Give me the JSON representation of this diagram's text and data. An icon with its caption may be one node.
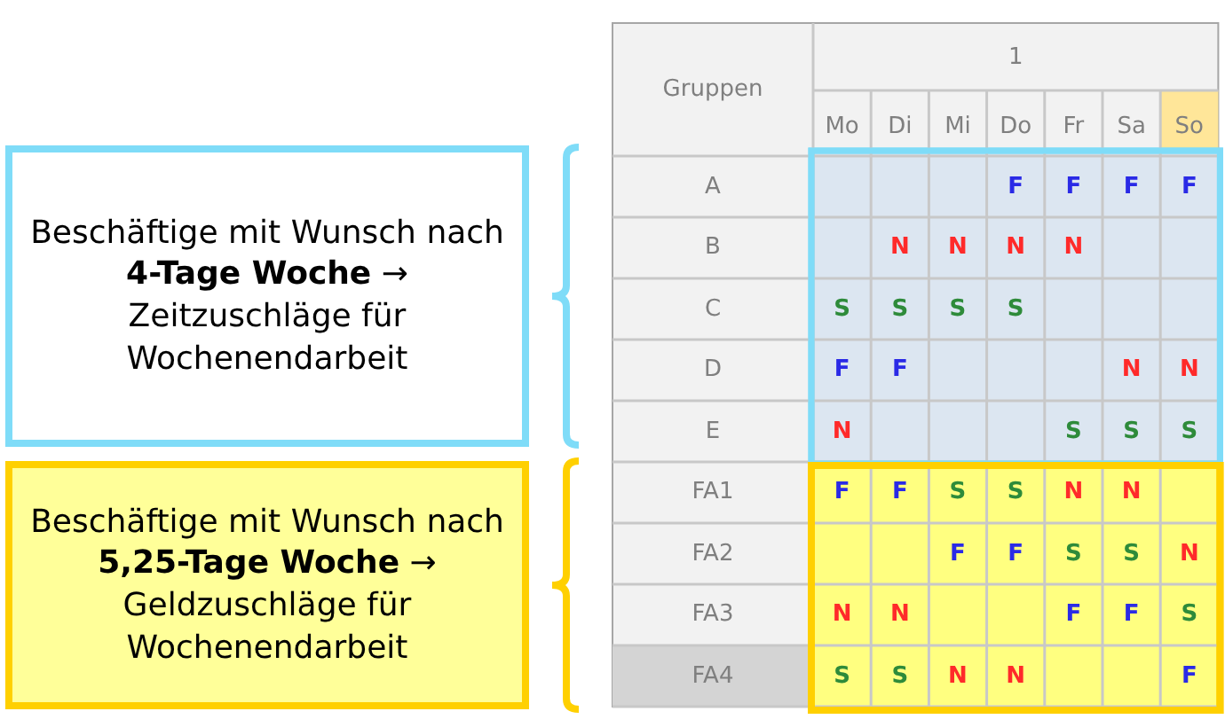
{
  "diagram": {
    "nodes": [
      {
        "text": [
          "Beschäftige mit Wunsch nach **4-Tage Woche** → Zeitzuschläge für Wochenendarbeit"
        ]
      },
      {
        "text": [
          "Beschäftige mit Wunsch nach **5,25-Tage Woche** → Geldzuschläge für Wochenendarbeit"
        ]
      }
    ],
    "labels": [
      "Gruppen",
      "1",
      "Mo",
      "Di",
      "Mi",
      "Do",
      "Fr",
      "Sa",
      "So",
      "A",
      "F",
      "F",
      "F",
      "F",
      "B",
      "N",
      "N",
      "N",
      "N",
      "C",
      "S",
      "S",
      "S",
      "S",
      "D",
      "F",
      "F",
      "N",
      "N",
      "E",
      "N",
      "S",
      "S",
      "S",
      "FA1",
      "F",
      "F",
      "S",
      "S",
      "N",
      "N",
      "FA2",
      "F",
      "F",
      "S",
      "S",
      "N",
      "FA3",
      "N",
      "N",
      "F",
      "F",
      "S",
      "FA4",
      "S",
      "S",
      "N",
      "N",
      "F"
    ]
  }
}
